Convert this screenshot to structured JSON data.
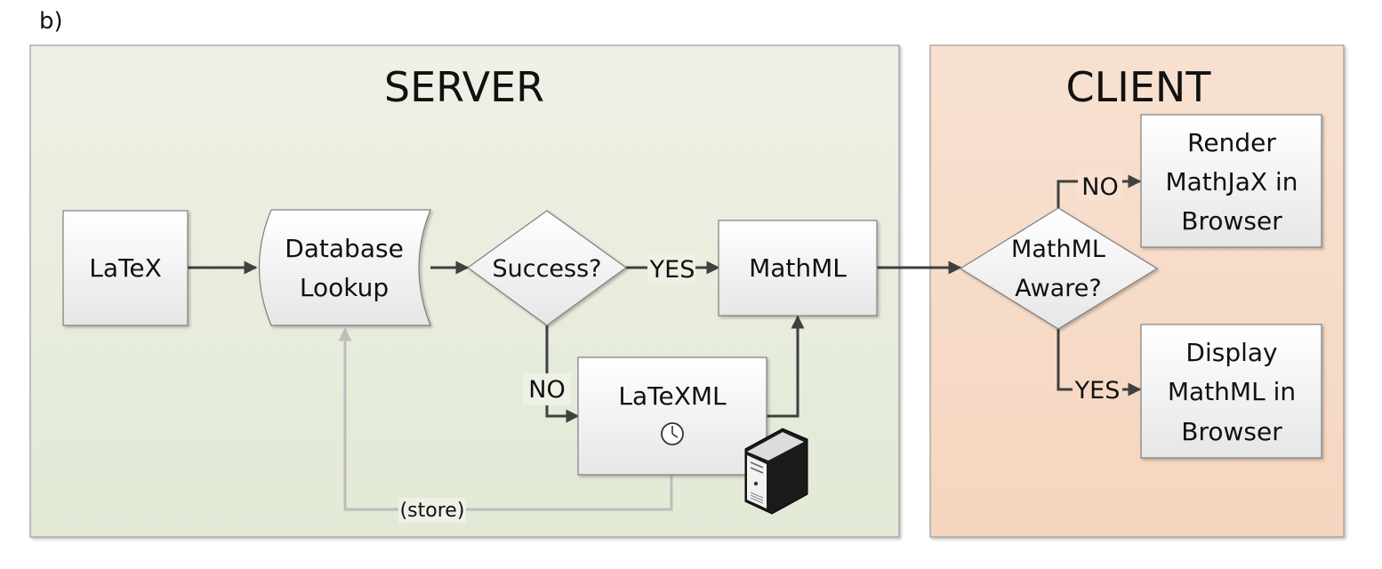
{
  "panel_label": "b)",
  "server": {
    "title": "SERVER",
    "latex": "LaTeX",
    "database": [
      "Database",
      "Lookup"
    ],
    "decision": "Success?",
    "yes_label": "YES",
    "no_label": "NO",
    "mathml": "MathML",
    "latexml": "LaTeXML",
    "store_label": "(store)"
  },
  "client": {
    "title": "CLIENT",
    "decision": [
      "MathML",
      "Aware?"
    ],
    "no_label": "NO",
    "yes_label": "YES",
    "render_box": [
      "Render",
      "MathJaX in",
      "Browser"
    ],
    "display_box": [
      "Display",
      "MathML in",
      "Browser"
    ]
  },
  "colors": {
    "server_bg": "#e6ecda",
    "client_bg": "#f7dcc9",
    "arrow": "#404040",
    "store_arrow": "#bdbdbd"
  }
}
